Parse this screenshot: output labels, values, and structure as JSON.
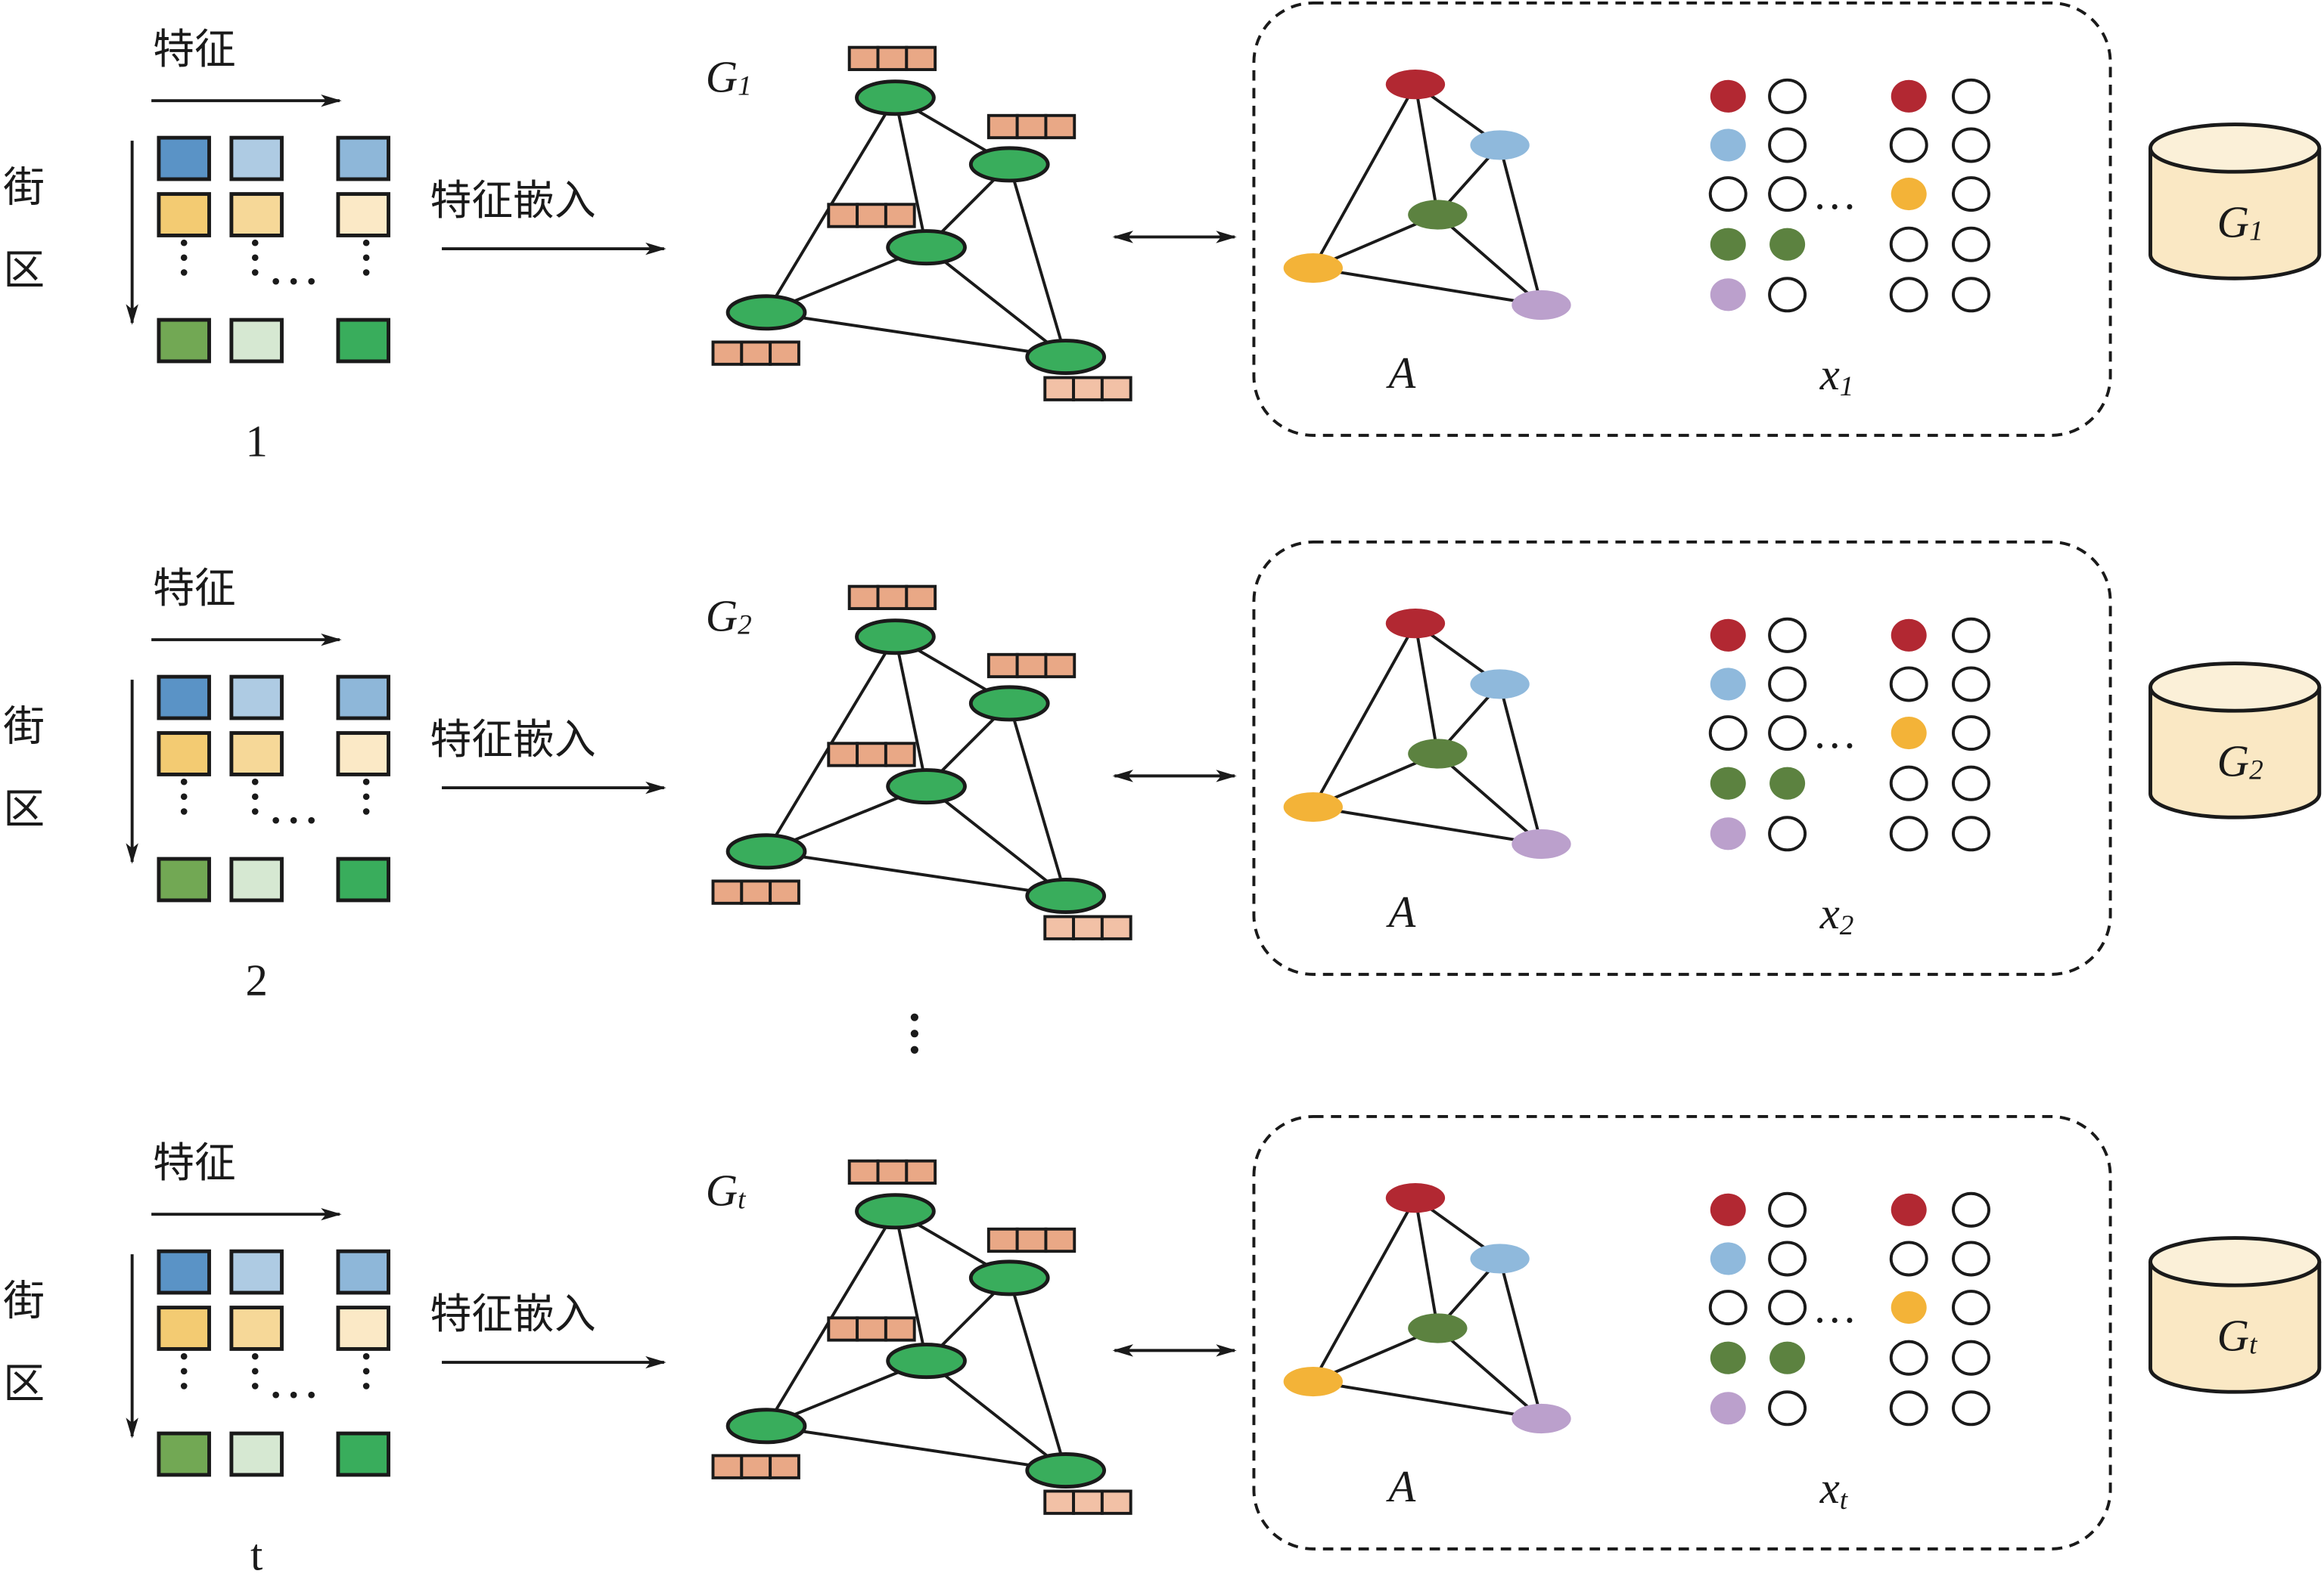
{
  "figure": {
    "rows": [
      {
        "id": "1",
        "time_label": "1",
        "feature_axis_label": "特征",
        "block_axis_label": [
          "街",
          "区"
        ],
        "embed_label": "特征嵌入",
        "graph_label_main": "G",
        "graph_label_sub": "1",
        "graph_sub_italic": false,
        "adjacency_label": "A",
        "feature_matrix_label_main": "x",
        "feature_matrix_label_sub": "1",
        "db_label_main": "G",
        "db_label_sub": "1"
      },
      {
        "id": "2",
        "time_label": "2",
        "feature_axis_label": "特征",
        "block_axis_label": [
          "街",
          "区"
        ],
        "embed_label": "特征嵌入",
        "graph_label_main": "G",
        "graph_label_sub": "2",
        "graph_sub_italic": false,
        "adjacency_label": "A",
        "feature_matrix_label_main": "x",
        "feature_matrix_label_sub": "2",
        "db_label_main": "G",
        "db_label_sub": "2"
      },
      {
        "id": "t",
        "time_label": "t",
        "feature_axis_label": "特征",
        "block_axis_label": [
          "街",
          "区"
        ],
        "embed_label": "特征嵌入",
        "graph_label_main": "G",
        "graph_label_sub": "t",
        "graph_sub_italic": true,
        "adjacency_label": "A",
        "feature_matrix_label_main": "x",
        "feature_matrix_label_sub": "t",
        "db_label_main": "G",
        "db_label_sub": "t"
      }
    ],
    "ellipsis": "⋮",
    "feature_grid_colors": [
      [
        "#5a93c6",
        "#aecbe3",
        "#8eb7d9"
      ],
      [
        "#f3cb72",
        "#f6d898",
        "#fbe9c6"
      ],
      [
        "#72a854",
        "#d6e8d2",
        "#39ad5c"
      ]
    ],
    "graph_node_color": "#39ad5c",
    "embedding_color": "#e9a886",
    "embedding_color_light": "#f2c1a6",
    "adjacency_node_colors": [
      "#b22832",
      "#8fb9dc",
      "#5c8240",
      "#f3b338",
      "#bba0cc"
    ],
    "feature_matrix": {
      "left_columns": [
        [
          "#b22832",
          null
        ],
        [
          "#8fb9dc",
          null
        ],
        [
          null,
          null
        ],
        [
          "#5c8240",
          "#5c8240"
        ],
        [
          "#bba0cc",
          null
        ]
      ],
      "right_columns": [
        [
          "#b22832",
          null
        ],
        [
          null,
          null
        ],
        [
          "#f3b338",
          null
        ],
        [
          null,
          null
        ],
        [
          null,
          null
        ]
      ],
      "gap_symbol": "…"
    },
    "db_fill": "#fae8c4",
    "db_top_fill": "#fbf0d8"
  }
}
